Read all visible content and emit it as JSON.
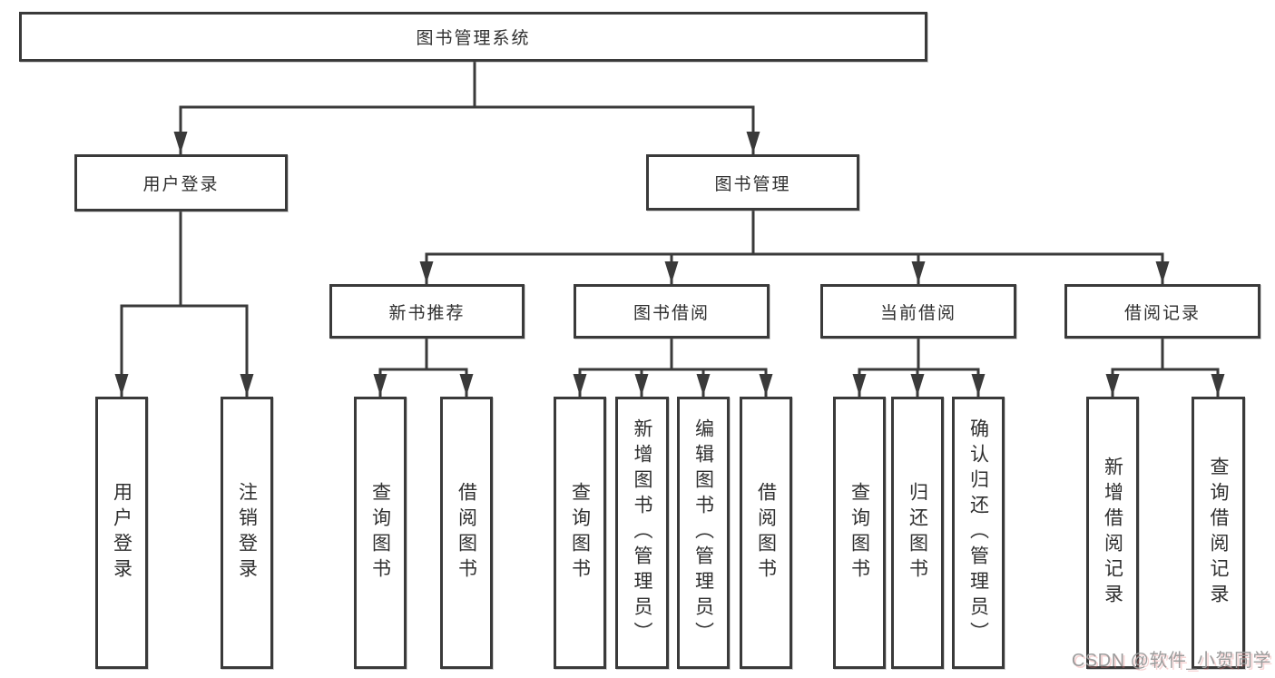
{
  "diagram": {
    "root": {
      "label": "图书管理系统"
    },
    "level2": [
      {
        "label": "用户登录"
      },
      {
        "label": "图书管理"
      }
    ],
    "level3": [
      {
        "label": "新书推荐"
      },
      {
        "label": "图书借阅"
      },
      {
        "label": "当前借阅"
      },
      {
        "label": "借阅记录"
      }
    ],
    "leaves": {
      "user_login": [
        "用户登录",
        "注销登录"
      ],
      "new_books": [
        "查询图书",
        "借阅图书"
      ],
      "book_borrow": [
        "查询图书",
        "新增图书（管理员）",
        "编辑图书（管理员）",
        "借阅图书"
      ],
      "current_borrow": [
        "查询图书",
        "归还图书",
        "确认归还（管理员）"
      ],
      "borrow_records": [
        "新增借阅记录",
        "查询借阅记录"
      ]
    }
  },
  "watermark": {
    "text": "CSDN @软件_小贺同学"
  },
  "colors": {
    "line": "#3a3a3a",
    "box_border": "#3a3a3a",
    "text": "#2f2f2f",
    "watermark": "#9c9c9c",
    "background": "#ffffff"
  }
}
